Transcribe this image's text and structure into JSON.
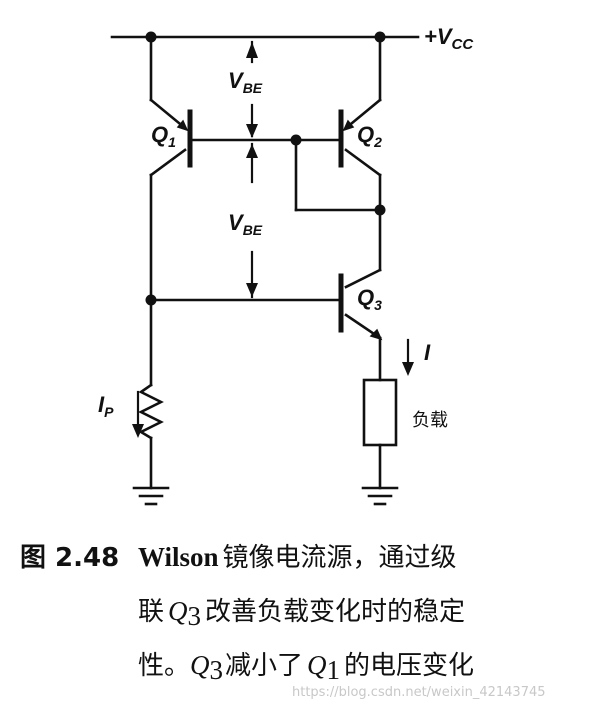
{
  "circuit": {
    "vcc_label": "+V",
    "vcc_sub": "CC",
    "vbe_label": "V",
    "vbe_sub": "BE",
    "q1_label": "Q",
    "q1_sub": "1",
    "q2_label": "Q",
    "q2_sub": "2",
    "q3_label": "Q",
    "q3_sub": "3",
    "current_label": "I",
    "ip_label": "I",
    "ip_sub": "P",
    "load_label": "负载"
  },
  "caption": {
    "fig_no": "图 2.48",
    "line1_a": "Wilson",
    "line1_b": "镜像电流源，通过级",
    "line2_a": "联",
    "line2_q": "Q",
    "line2_q_sub": "3",
    "line2_b": "改善负载变化时的稳定",
    "line3_a": "性。",
    "line3_q": "Q",
    "line3_q_sub": "3",
    "line3_b": "减小了",
    "line3_q2": "Q",
    "line3_q2_sub": "1",
    "line3_c": "的电压变化"
  },
  "watermark": "https://blog.csdn.net/weixin_42143745"
}
